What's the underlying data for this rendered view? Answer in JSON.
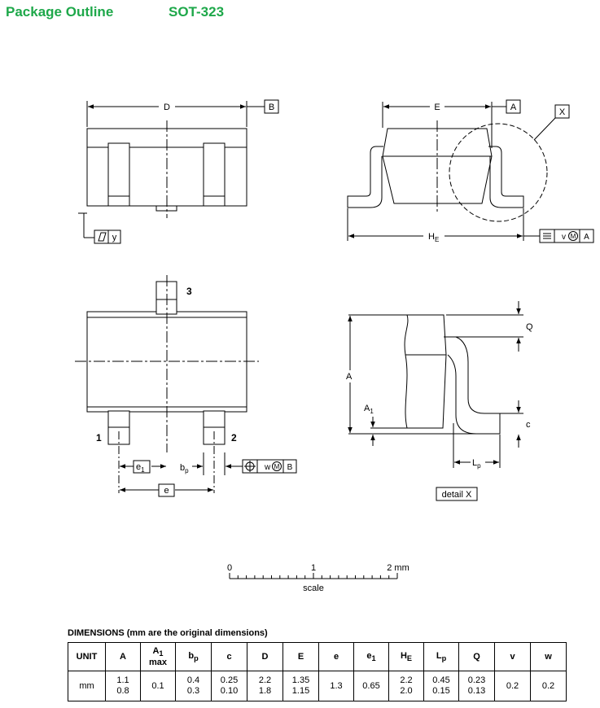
{
  "header": {
    "title": "Package Outline",
    "package": "SOT-323"
  },
  "drawing": {
    "top_view": {
      "dim_D": "D",
      "datum_B": "B",
      "flatness_y": "y"
    },
    "side_view": {
      "dim_E": "E",
      "datum_A": "A",
      "detail_marker": "X",
      "dim_HE_main": "H",
      "dim_HE_sub": "E",
      "fcf": {
        "v": "v",
        "mod": "M",
        "datum": "A"
      }
    },
    "bottom_view": {
      "pin1": "1",
      "pin2": "2",
      "pin3": "3",
      "dim_e1_main": "e",
      "dim_e1_sub": "1",
      "dim_bp_main": "b",
      "dim_bp_sub": "p",
      "dim_e": "e",
      "fcf": {
        "w": "w",
        "mod": "M",
        "datum": "B"
      }
    },
    "detail": {
      "dim_A": "A",
      "dim_A1_main": "A",
      "dim_A1_sub": "1",
      "dim_Q": "Q",
      "dim_c": "c",
      "dim_Lp_main": "L",
      "dim_Lp_sub": "p",
      "label": "detail X"
    },
    "scale": {
      "t0": "0",
      "t1": "1",
      "t2": "2 mm",
      "label": "scale"
    }
  },
  "dimensions": {
    "caption": "DIMENSIONS (mm are the original dimensions)",
    "header": [
      {
        "main": "UNIT",
        "sub": ""
      },
      {
        "main": "A",
        "sub": ""
      },
      {
        "main": "A",
        "sub": "1",
        "extra": "max"
      },
      {
        "main": "b",
        "sub": "p"
      },
      {
        "main": "c",
        "sub": ""
      },
      {
        "main": "D",
        "sub": ""
      },
      {
        "main": "E",
        "sub": ""
      },
      {
        "main": "e",
        "sub": ""
      },
      {
        "main": "e",
        "sub": "1"
      },
      {
        "main": "H",
        "sub": "E"
      },
      {
        "main": "L",
        "sub": "p"
      },
      {
        "main": "Q",
        "sub": ""
      },
      {
        "main": "v",
        "sub": ""
      },
      {
        "main": "w",
        "sub": ""
      }
    ],
    "row": {
      "unit": "mm",
      "A": [
        "1.1",
        "0.8"
      ],
      "A1": "0.1",
      "bp": [
        "0.4",
        "0.3"
      ],
      "c": [
        "0.25",
        "0.10"
      ],
      "D": [
        "2.2",
        "1.8"
      ],
      "E": [
        "1.35",
        "1.15"
      ],
      "e": "1.3",
      "e1": "0.65",
      "HE": [
        "2.2",
        "2.0"
      ],
      "Lp": [
        "0.45",
        "0.15"
      ],
      "Q": [
        "0.23",
        "0.13"
      ],
      "v": "0.2",
      "w": "0.2"
    }
  }
}
